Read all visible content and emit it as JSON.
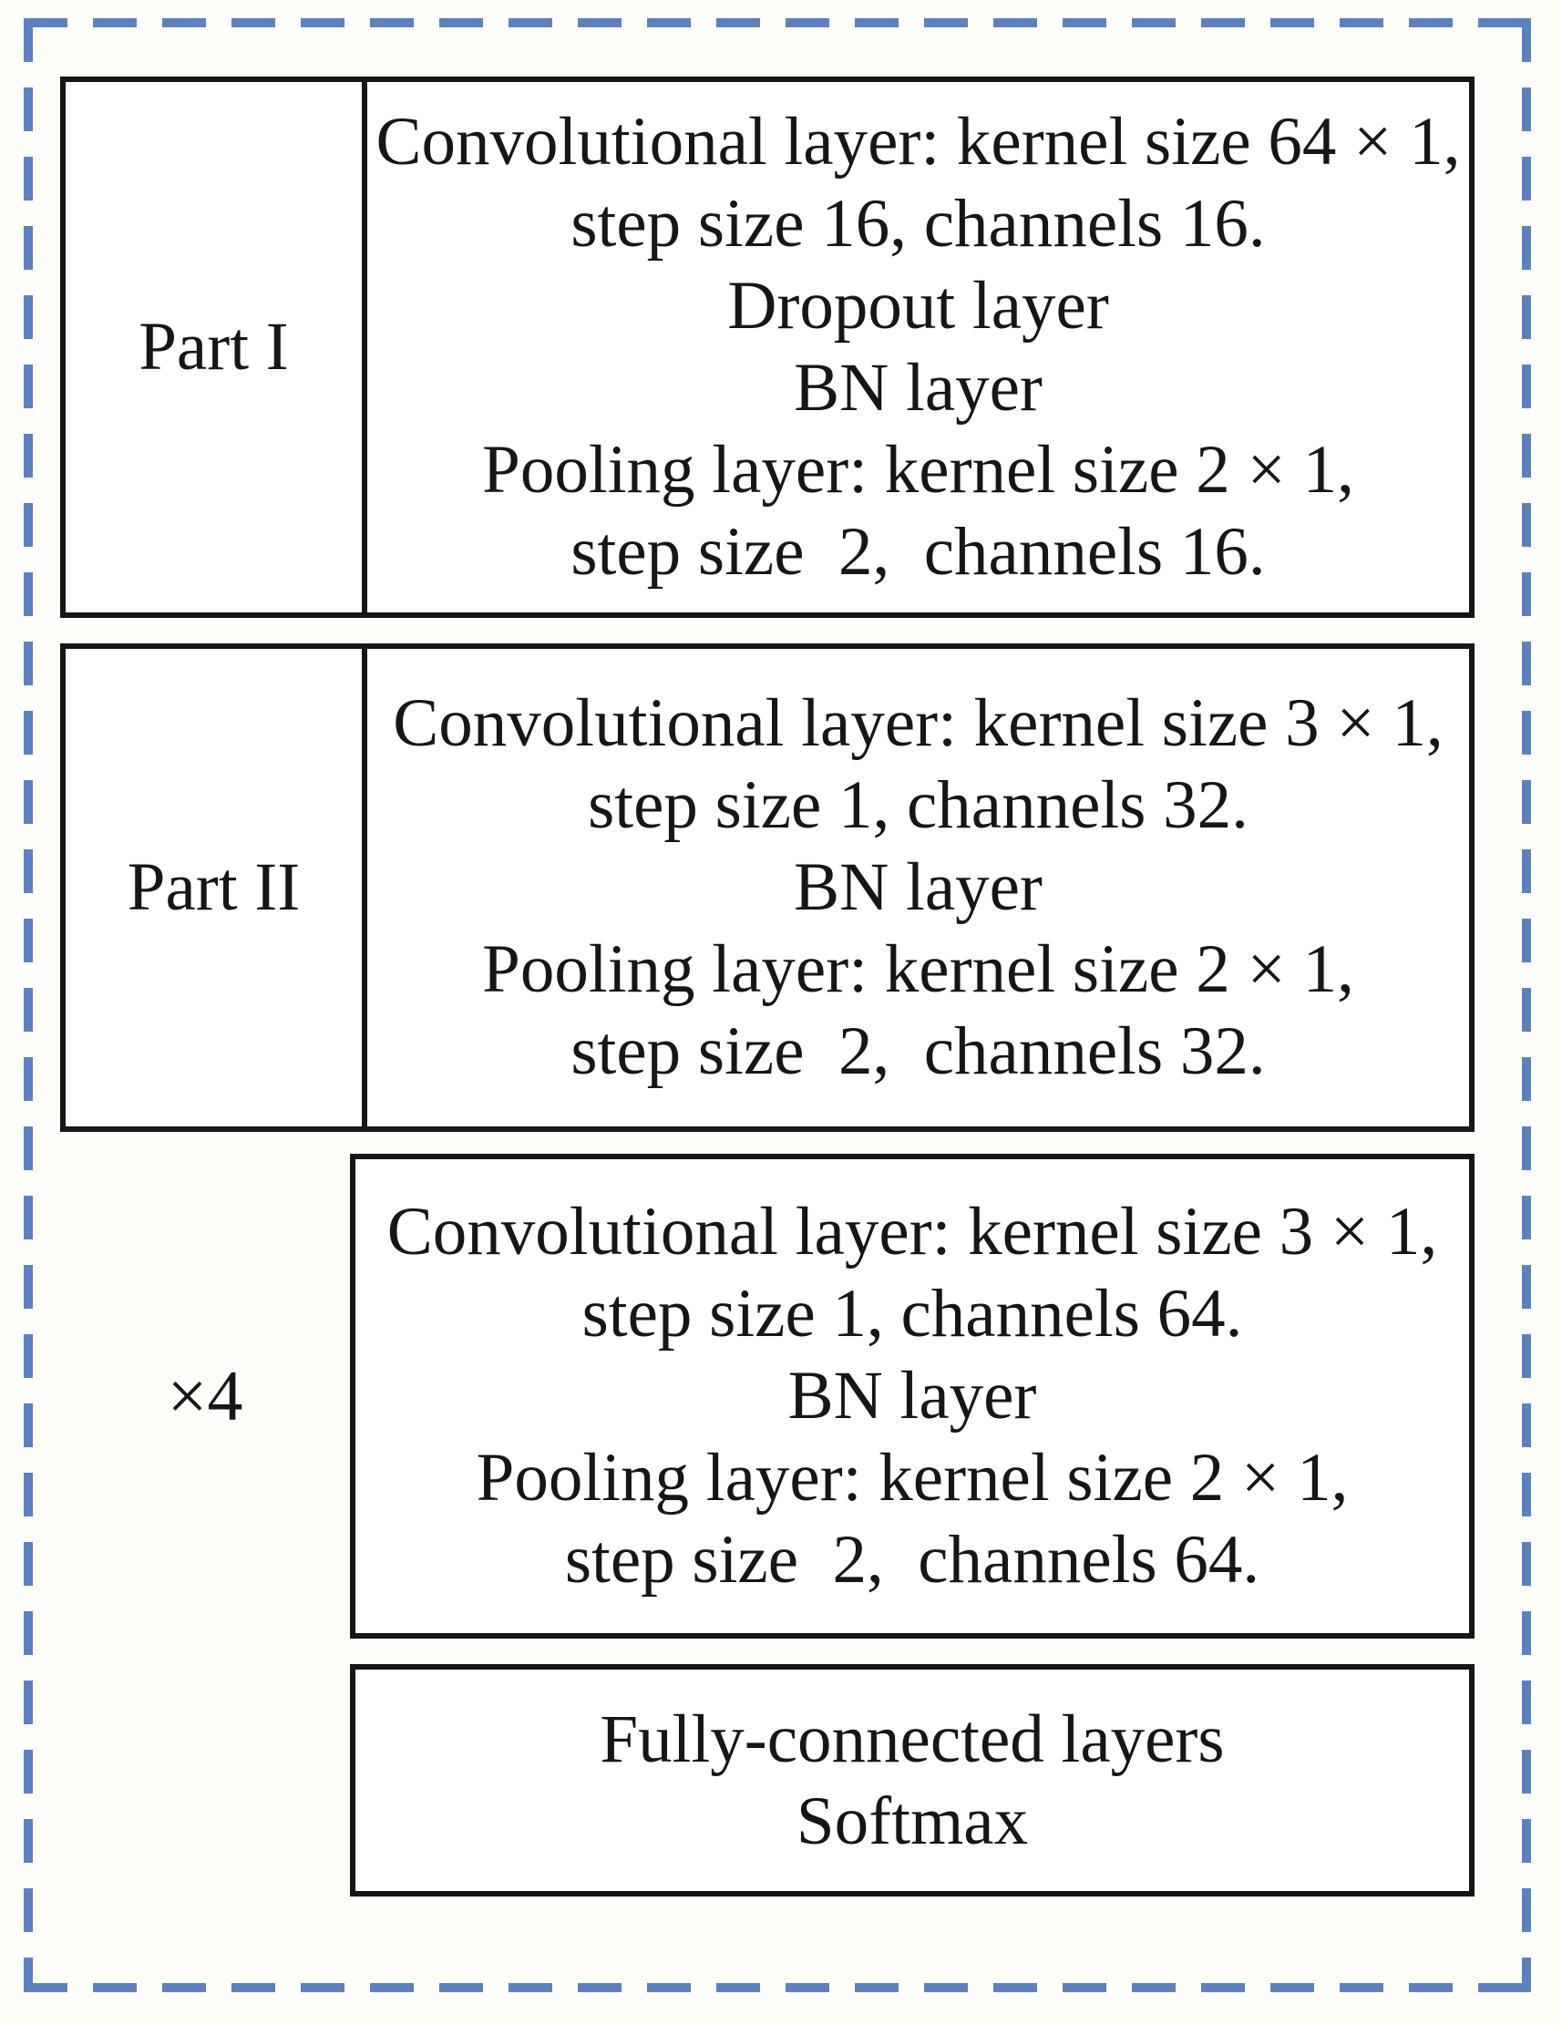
{
  "figure": {
    "type": "cnn-architecture-table",
    "colors": {
      "frame_dash": "#5d81c0",
      "table_border": "#161616",
      "text": "#161616",
      "background": "#fdfdfa"
    },
    "rows": [
      {
        "label": "Part I",
        "lines": [
          "Convolutional layer: kernel size 64 × 1,",
          "step size 16, channels 16.",
          "Dropout layer",
          "BN layer",
          "Pooling layer: kernel size 2 × 1,",
          "step size  2,  channels 16."
        ]
      },
      {
        "label": "Part II",
        "lines": [
          "Convolutional layer: kernel size 3 × 1,",
          "step size 1, channels 32.",
          "BN layer",
          "Pooling layer: kernel size 2 × 1,",
          "step size  2,  channels 32."
        ]
      },
      {
        "label": "×4",
        "lines": [
          "Convolutional layer: kernel size 3 × 1,",
          "step size 1, channels 64.",
          "BN layer",
          "Pooling layer: kernel size 2 × 1,",
          "step size  2,  channels 64."
        ]
      },
      {
        "label": "",
        "lines": [
          "Fully-connected layers",
          "Softmax"
        ]
      }
    ]
  }
}
